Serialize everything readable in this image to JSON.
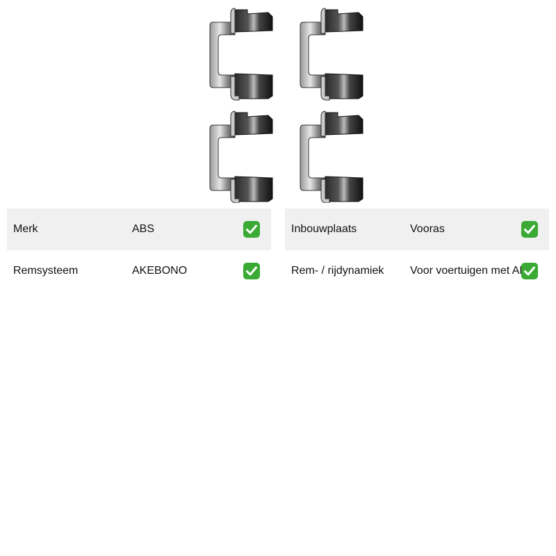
{
  "product_image": {
    "icon": "brake-pad-clip-icon",
    "metal_color": "#1a1a1a"
  },
  "specs_left": [
    {
      "label": "Merk",
      "value": "ABS",
      "icon": "check-icon"
    },
    {
      "label": "Remsysteem",
      "value": "AKEBONO",
      "icon": "check-icon"
    }
  ],
  "specs_right": [
    {
      "label": "Inbouwplaats",
      "value": "Vooras",
      "icon": "check-icon"
    },
    {
      "label": "Rem- / rijdynamiek",
      "value": "Voor voertuigen met ABS",
      "icon": "check-icon"
    }
  ],
  "colors": {
    "row_shade": "#f0f0f0",
    "check_green": "#3aaa35"
  }
}
